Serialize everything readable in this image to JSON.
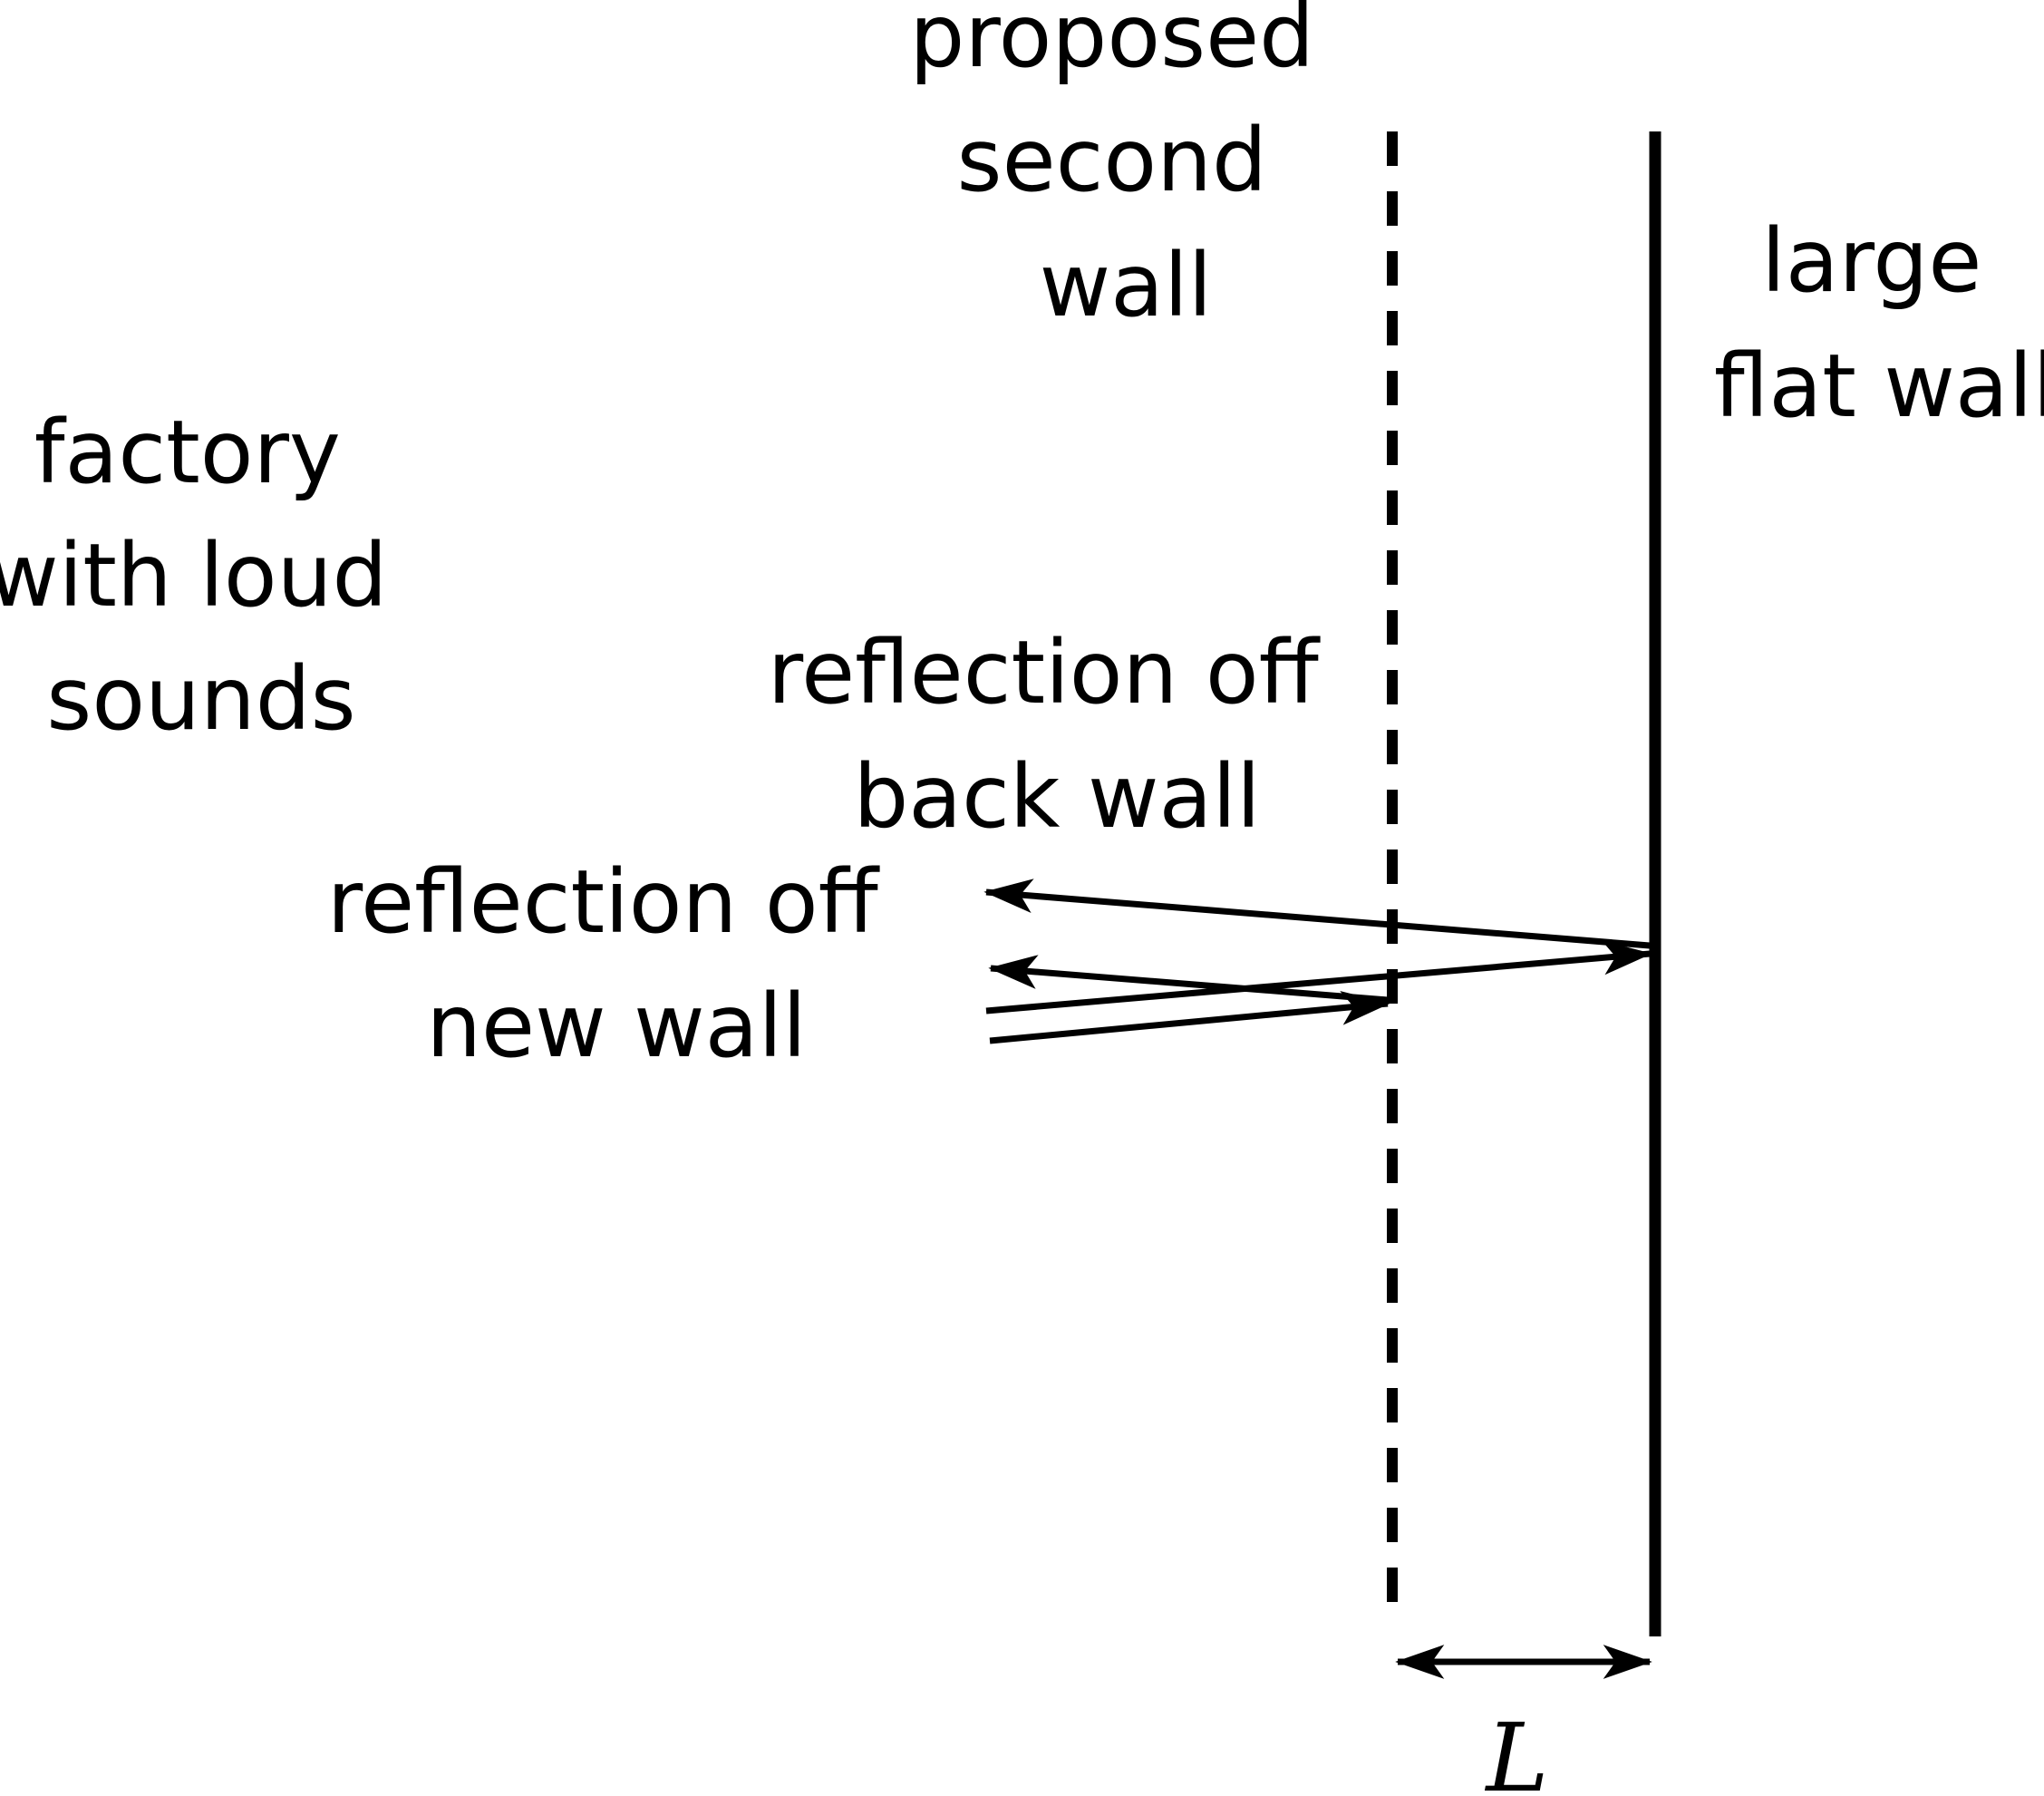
{
  "labels": {
    "proposed_second_wall": [
      "proposed",
      "second",
      "wall"
    ],
    "large_flat_wall": [
      "large",
      "flat wall"
    ],
    "factory": [
      "factory",
      "with loud",
      "sounds"
    ],
    "reflection_back_wall": [
      "reflection off",
      "back wall"
    ],
    "reflection_new_wall": [
      "reflection off",
      "new wall"
    ],
    "distance": "L"
  },
  "colors": {
    "ink": "#000000",
    "background": "#ffffff"
  }
}
